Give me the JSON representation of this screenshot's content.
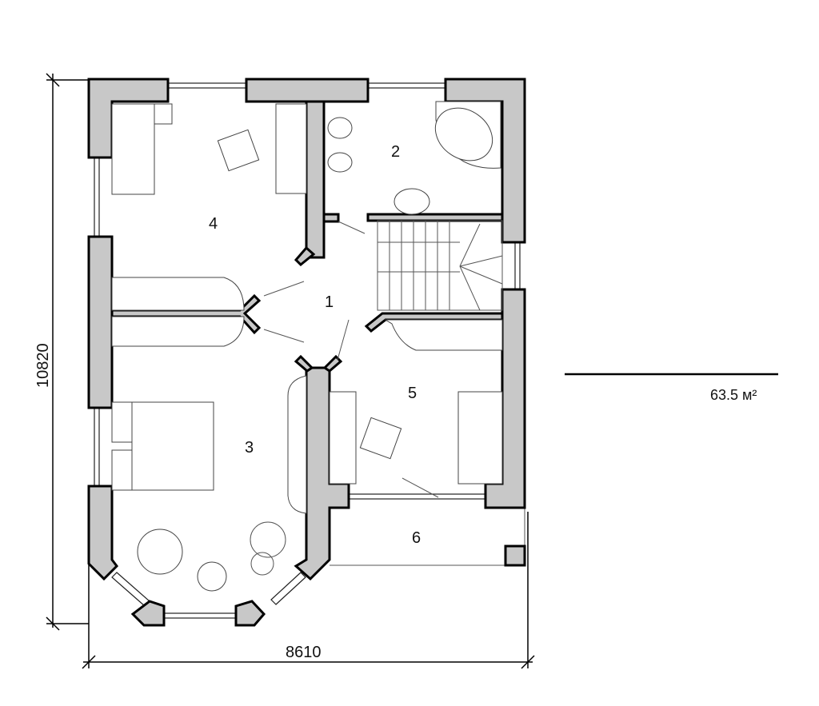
{
  "plan": {
    "rooms": [
      {
        "number": "1"
      },
      {
        "number": "2"
      },
      {
        "number": "3"
      },
      {
        "number": "4"
      },
      {
        "number": "5"
      },
      {
        "number": "6"
      }
    ],
    "dimensions": {
      "height": "10820",
      "width": "8610"
    },
    "area": "63.5 м²",
    "colors": {
      "wall_fill": "#c8c8c8",
      "line": "#000000"
    }
  }
}
